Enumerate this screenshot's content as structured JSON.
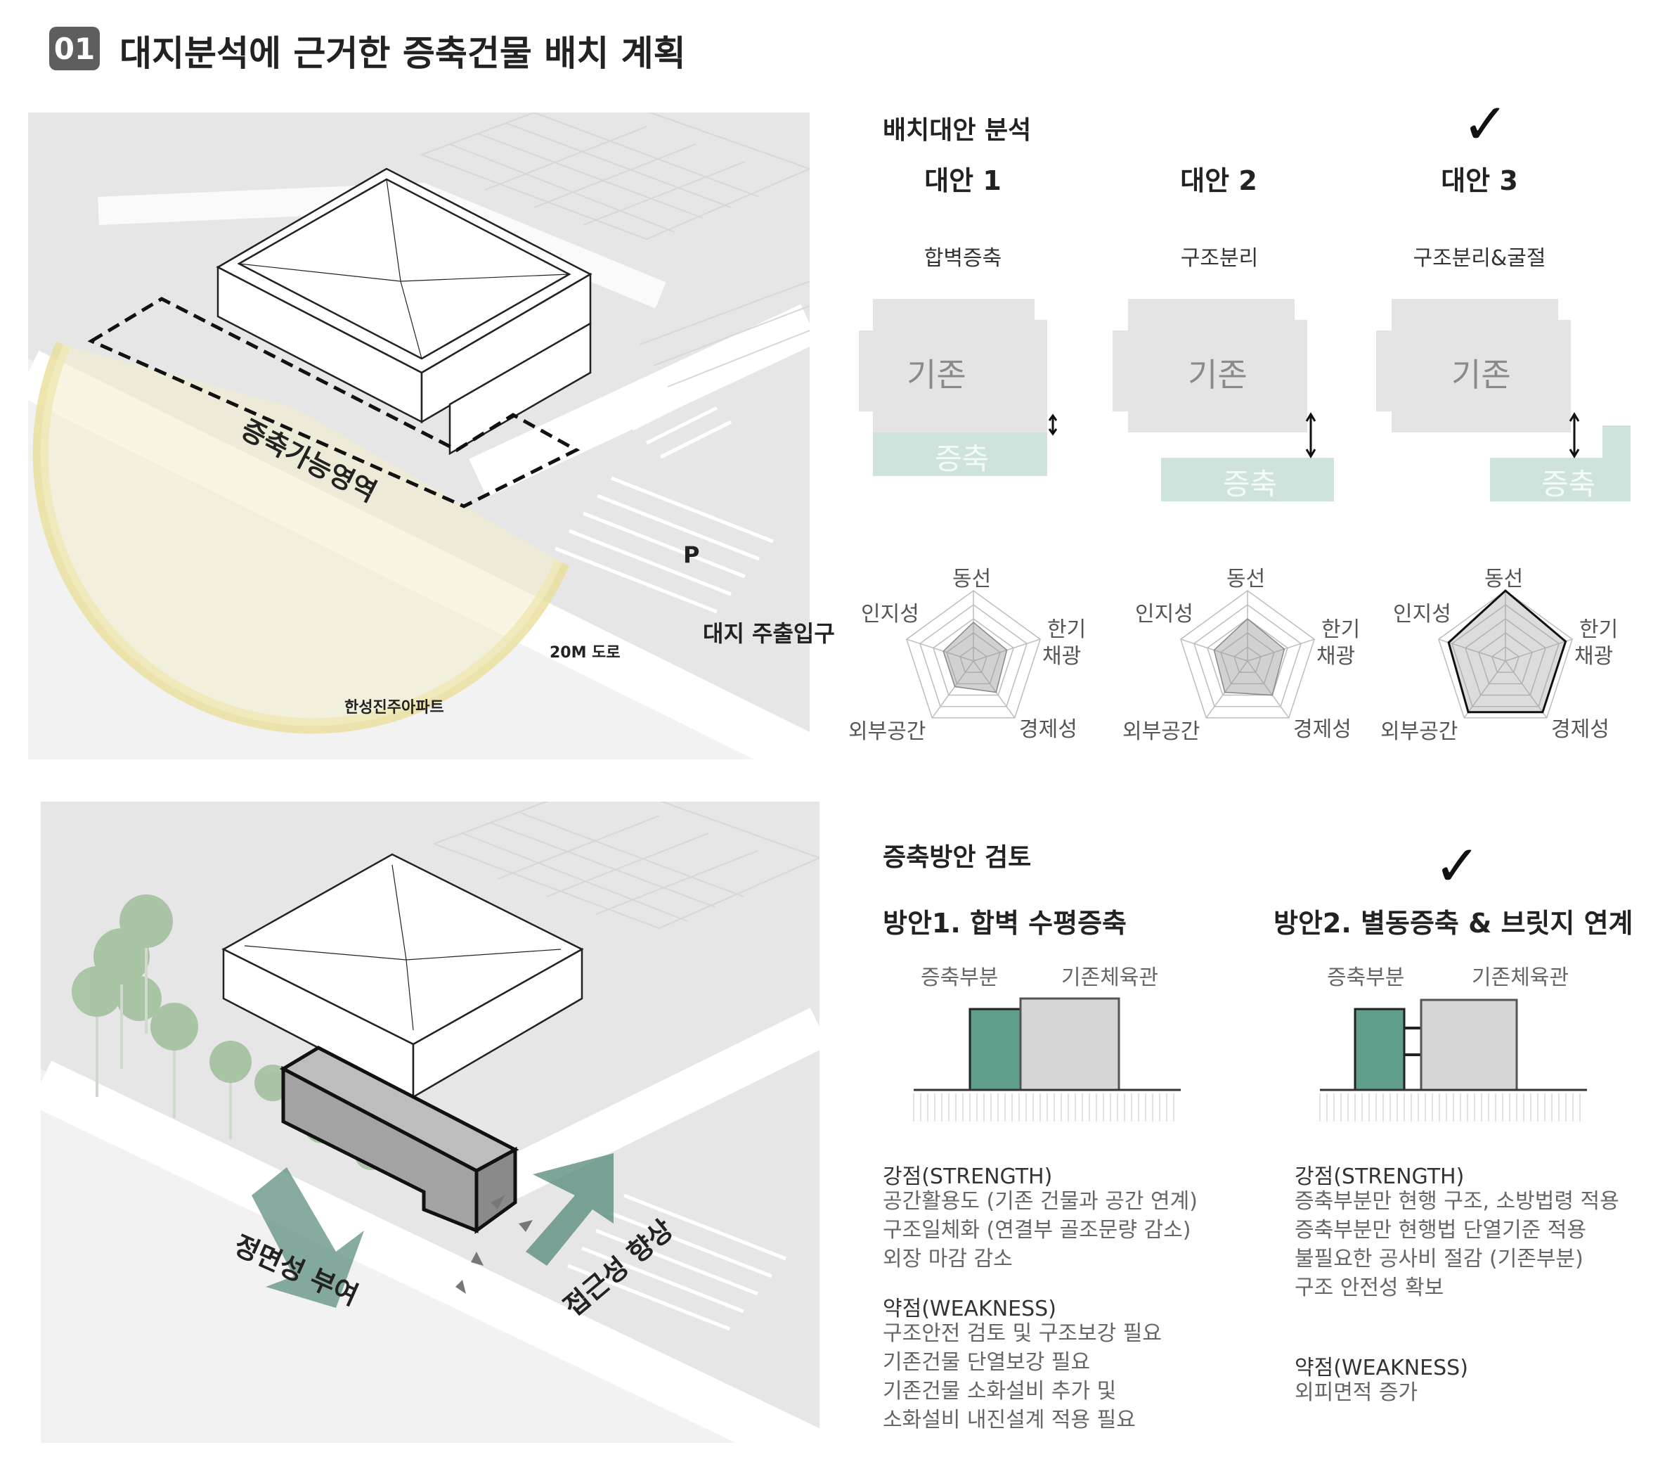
{
  "header": {
    "badge": "01",
    "title": "대지분석에 근거한 증축건물 배치 계획"
  },
  "top_map": {
    "zone_label": "증축가능영역",
    "parking": "P",
    "entrance": "대지 주출입구",
    "road": "20M 도로",
    "apartment": "한성진주아파트"
  },
  "bottom_map": {
    "front_label": "정면성 부여",
    "access_label": "접근성 향상"
  },
  "alternatives": {
    "heading": "배치대안 분석",
    "items": [
      {
        "title": "대안 1",
        "subtitle": "합벽증축",
        "existing": "기존",
        "addition": "증축",
        "selected": false
      },
      {
        "title": "대안 2",
        "subtitle": "구조분리",
        "existing": "기존",
        "addition": "증축",
        "selected": false
      },
      {
        "title": "대안 3",
        "subtitle": "구조분리&굴절",
        "existing": "기존",
        "addition": "증축",
        "selected": true
      }
    ],
    "check_mark": "✓",
    "radar_axes": [
      "동선",
      "한기\n채광",
      "경제성",
      "외부공간",
      "인지성"
    ],
    "radar_axes_lines": {
      "top": "동선",
      "right1": "한기",
      "right2": "채광",
      "bottom_right": "경제성",
      "bottom_left": "외부공간",
      "left": "인지성"
    },
    "radar_values": [
      [
        0.55,
        0.5,
        0.55,
        0.45,
        0.45
      ],
      [
        0.6,
        0.55,
        0.6,
        0.55,
        0.5
      ],
      [
        1.0,
        0.9,
        0.9,
        0.9,
        0.85
      ]
    ]
  },
  "review": {
    "heading": "증축방안 검토",
    "check_mark": "✓",
    "options": [
      {
        "title": "방안1. 합벽 수평증축",
        "addition_label": "증축부분",
        "existing_label": "기존체육관",
        "strength_heading": "강점(STRENGTH)",
        "strengths": [
          "공간활용도 (기존 건물과 공간 연계)",
          "구조일체화 (연결부 골조문량 감소)",
          "외장 마감 감소"
        ],
        "weakness_heading": "약점(WEAKNESS)",
        "weaknesses": [
          "구조안전 검토 및  구조보강 필요",
          "기존건물 단열보강 필요",
          "기존건물 소화설비 추가 및",
          "소화설비 내진설계 적용 필요"
        ]
      },
      {
        "title": "방안2. 별동증축 & 브릿지 연계",
        "addition_label": "증축부분",
        "existing_label": "기존체육관",
        "strength_heading": "강점(STRENGTH)",
        "strengths": [
          "증축부분만 현행 구조, 소방법령 적용",
          "증축부분만 현행법 단열기준 적용",
          "불필요한 공사비 절감 (기존부분)",
          "구조 안전성 확보"
        ],
        "weakness_heading": "약점(WEAKNESS)",
        "weaknesses": [
          "외피면적 증가"
        ]
      }
    ]
  },
  "colors": {
    "addition": "#cfe3dd",
    "addition_text": "#f4faf8",
    "existing": "#e4e4e4",
    "existing_text": "#8a8a8a",
    "teal": "#5f9d8c",
    "teal_dark": "#2f6e5d",
    "sun": "#efe7a5"
  }
}
